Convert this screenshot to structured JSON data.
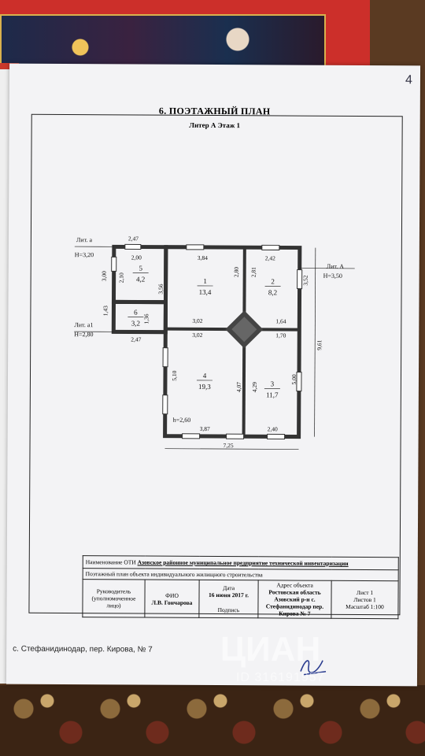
{
  "page_number": "4",
  "plan": {
    "title": "6. ПОЭТАЖНЫЙ ПЛАН",
    "subtitle": "Литер А Этаж 1",
    "labels": {
      "lit_a_small": "Лит. а",
      "lit_a_small_h": "Н=3,20",
      "lit_a1": "Лит. а1",
      "lit_a1_h": "Н=2,80",
      "lit_a": "Лит. А",
      "lit_a_h": "Н=3,50",
      "h_room": "h=2,60"
    },
    "rooms": [
      {
        "num": "1",
        "area": "13,4"
      },
      {
        "num": "2",
        "area": "8,2"
      },
      {
        "num": "3",
        "area": "11,7"
      },
      {
        "num": "4",
        "area": "19,3"
      },
      {
        "num": "5",
        "area": "4,2"
      },
      {
        "num": "6",
        "area": "3,2"
      }
    ],
    "dims": {
      "top_a": "2,47",
      "room5_w": "2,00",
      "room1_w": "3,84",
      "room2_w": "2,42",
      "left_a": "3,00",
      "room5_h": "2,10",
      "room1_h": "3,56",
      "room1_2_wall": "2,80",
      "room2_wall": "2,81",
      "room2_h": "3,52",
      "a1_h": "1,43",
      "a1_h2": "1,36",
      "mid_302a": "3,02",
      "mid_302b": "3,02",
      "mid_164": "1,64",
      "mid_170": "1,70",
      "total_h": "9,61",
      "a1_w": "2,47",
      "room4_h": "5,10",
      "room4_wall": "4,07",
      "room3_wall": "4,29",
      "room3_h": "5,00",
      "room4_w": "3,87",
      "room3_w": "2,40",
      "total_w": "7,25"
    }
  },
  "table": {
    "row1_label": "Наименование ОТИ",
    "row1_value": "Азовское районное муниципальное предприятие технической инвентаризации",
    "row2": "Поэтажный план объекта индивидуального жилищного строительства",
    "manager": "Руководитель (уполномоченное лицо)",
    "fio_label": "ФИО",
    "fio_value": "Л.В. Гончарова",
    "date_label": "Дата",
    "date_value": "16 июня 2017 г.",
    "signature": "Подпись",
    "addr_label": "Адрес объекта",
    "addr_value": "Ростовская область Азовский р-н с. Стефанидинодар пер. Кирова № 7",
    "sheet": "Лист 1",
    "sheets": "Листов 1",
    "scale": "Масштаб 1:100"
  },
  "address_line": "с. Стефанидинодар, пер. Кирова, № 7",
  "watermark": {
    "logo": "ЦИАН",
    "id": "ID 316191957"
  }
}
